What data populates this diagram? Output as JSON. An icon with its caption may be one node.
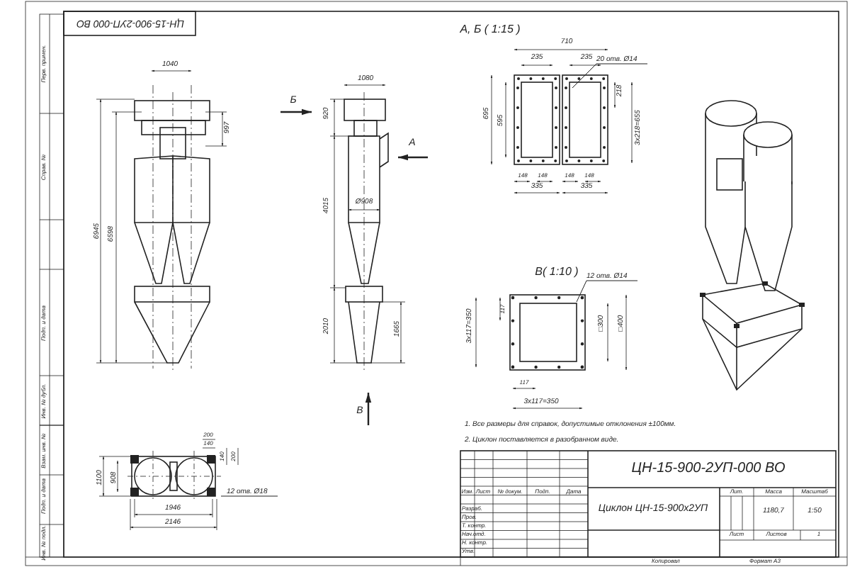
{
  "diagram": {
    "nodes": [
      {
        "text": [
          "20 отв. Ø14"
        ]
      },
      {
        "text": [
          "12 отв. Ø14"
        ]
      },
      {
        "text": [
          "12 отв. Ø18"
        ]
      }
    ],
    "edges": [
      {
        "from": 0,
        "to": null,
        "arrow": "none"
      },
      {
        "from": 1,
        "to": null,
        "arrow": "none"
      },
      {
        "from": 2,
        "to": null,
        "arrow": "none"
      }
    ],
    "labels": [
      "ЦН-15-900-2УП-000 ВО",
      "Перв. примен.",
      "Справ. №",
      "Подп. и дата",
      "Инв. № дубл.",
      "Взам. инв. №",
      "Подп. и дата",
      "Инв. № подл.",
      "1040",
      "997",
      "6945",
      "6598",
      "Б",
      "1080",
      "920",
      "А",
      "Ø908",
      "4015",
      "2010",
      "1665",
      "В",
      "200",
      "140",
      "140",
      "200",
      "1100",
      "908",
      "1946",
      "2146",
      "А, Б ( 1:15 )",
      "710",
      "235",
      "235",
      "218",
      "3x218=655",
      "695",
      "595",
      "148",
      "148",
      "148",
      "148",
      "335",
      "335",
      "В( 1:10 )",
      "117",
      "3x117=350",
      "□300",
      "□400",
      "117",
      "3x117=350",
      "1. Все размеры для справок, допустимые отклонения ±100мм.",
      "2. Циклон поставляется в разобранном виде.",
      "ЦН-15-900-2УП-000 ВО",
      "Циклон ЦН-15-900х2УП",
      "Лит.",
      "Масса",
      "Масштаб",
      "1180,7",
      "1:50",
      "Лист",
      "Листов",
      "1",
      "Изм.",
      "Лист",
      "№ докум.",
      "Подп.",
      "Дата",
      "Разраб.",
      "Пров.",
      "Т. контр.",
      "Нач.отд.",
      "Н. контр.",
      "Утв.",
      "Копировал",
      "Формат А3"
    ]
  }
}
